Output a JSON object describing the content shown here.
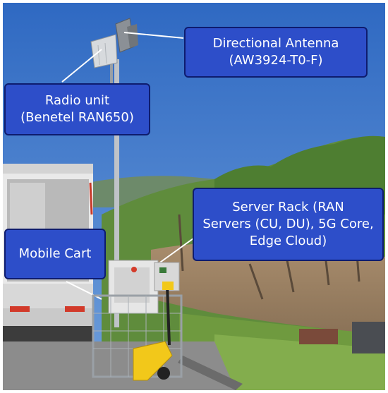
{
  "callouts": {
    "antenna": {
      "line1": "Directional Antenna",
      "line2": "(AW3924-T0-F)"
    },
    "radio": {
      "line1": "Radio unit",
      "line2": "(Benetel RAN650)"
    },
    "server": {
      "line1": "Server Rack (RAN",
      "line2": "Servers (CU, DU), 5G Core,",
      "line3": "Edge Cloud)"
    },
    "cart": {
      "line1": "Mobile Cart"
    }
  },
  "colors": {
    "callout_fill": "#2d4ec9",
    "callout_border": "#0e1c6e",
    "callout_text": "#ffffff",
    "sky": "#3d74c4",
    "vineyard": "#5f8c3c"
  }
}
